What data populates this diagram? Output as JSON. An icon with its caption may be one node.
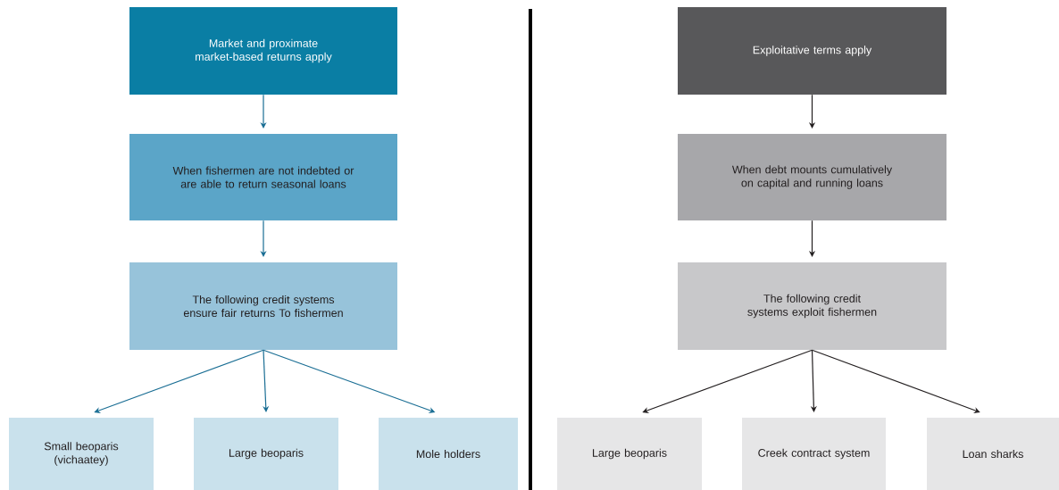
{
  "diagram": {
    "nodes": [
      {
        "text": [
          "Market and proximate market-based returns apply"
        ]
      },
      {
        "text": [
          "When fishermen are not indebted or are able to return seasonal loans"
        ]
      },
      {
        "text": [
          "The following credit systems ensure fair returns To fishermen"
        ]
      },
      {
        "text": [
          "Small beoparis (vichaatey)"
        ]
      },
      {
        "text": [
          "Large beoparis"
        ]
      },
      {
        "text": [
          "Mole holders"
        ]
      },
      {
        "text": [
          "Exploitative terms apply"
        ]
      },
      {
        "text": [
          "When debt mounts cumulatively on capital and running loans"
        ]
      },
      {
        "text": [
          "The following credit systems exploit fishermen"
        ]
      },
      {
        "text": [
          "Large beoparis"
        ]
      },
      {
        "text": [
          "Creek contract system"
        ]
      },
      {
        "text": [
          "Loan sharks"
        ]
      }
    ],
    "edges": [
      {
        "from": 0,
        "to": 1,
        "arrow": "to",
        "color": "#1a6e94"
      },
      {
        "from": 1,
        "to": 2,
        "arrow": "to",
        "color": "#1a6e94"
      },
      {
        "from": 2,
        "to": 3,
        "arrow": "to",
        "color": "#1a6e94"
      },
      {
        "from": 2,
        "to": 4,
        "arrow": "to",
        "color": "#1a6e94"
      },
      {
        "from": 2,
        "to": 5,
        "arrow": "to",
        "color": "#1a6e94"
      },
      {
        "from": 6,
        "to": 7,
        "arrow": "to",
        "color": "#231f20"
      },
      {
        "from": 7,
        "to": 8,
        "arrow": "to",
        "color": "#231f20"
      },
      {
        "from": 8,
        "to": 9,
        "arrow": "to",
        "color": "#231f20"
      },
      {
        "from": 8,
        "to": 10,
        "arrow": "to",
        "color": "#231f20"
      },
      {
        "from": 8,
        "to": 11,
        "arrow": "to",
        "color": "#231f20"
      }
    ]
  }
}
